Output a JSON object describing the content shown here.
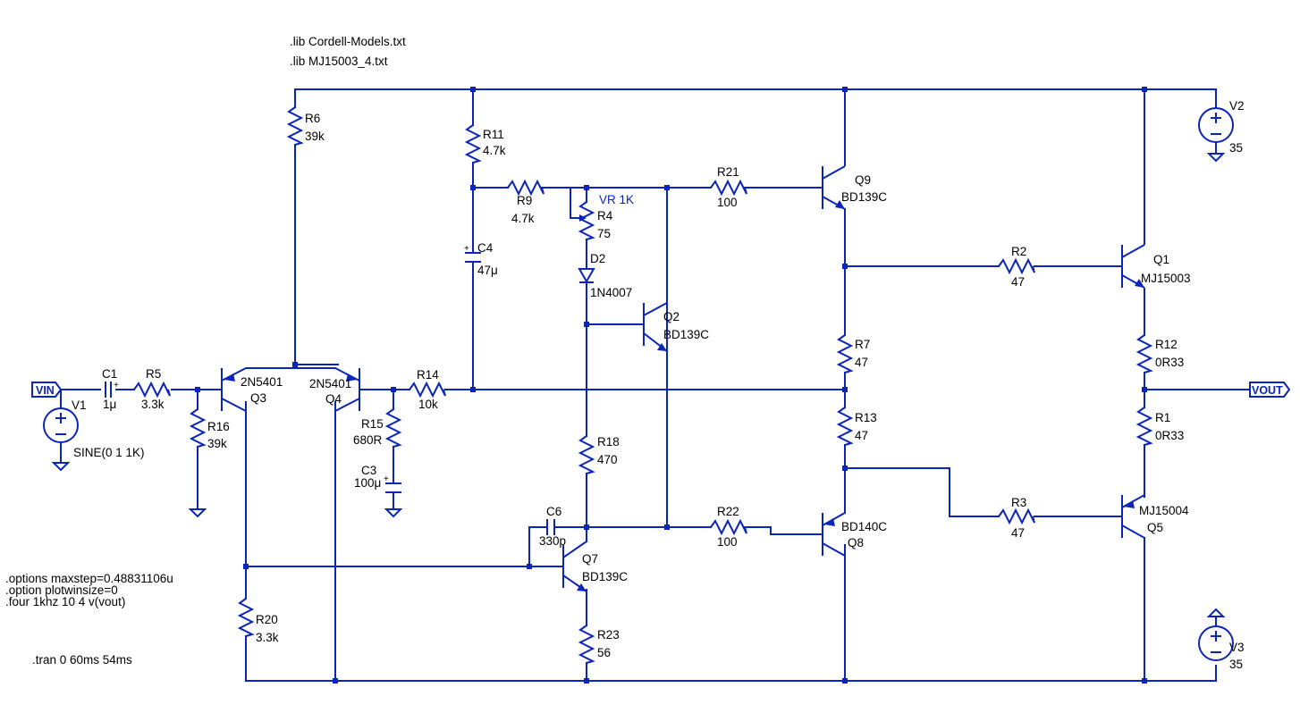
{
  "directives": {
    "lib1": ".lib Cordell-Models.txt",
    "lib2": ".lib MJ15003_4.txt",
    "opt1": ".options maxstep=0.48831106u",
    "opt2": ".option plotwinsize=0",
    "opt3": ".four 1khz 10 4 v(vout)",
    "tran": ".tran 0 60ms 54ms"
  },
  "nets": {
    "vin": "VIN",
    "vout": "VOUT"
  },
  "components": {
    "R6": {
      "name": "R6",
      "value": "39k"
    },
    "R11": {
      "name": "R11",
      "value": "4.7k"
    },
    "R9": {
      "name": "R9",
      "value": "4.7k"
    },
    "R4": {
      "name": "R4",
      "value": "75",
      "note": "VR 1K"
    },
    "D2": {
      "name": "D2",
      "value": "1N4007"
    },
    "C4": {
      "name": "C4",
      "value": "47μ"
    },
    "R21": {
      "name": "R21",
      "value": "100"
    },
    "Q9": {
      "name": "Q9",
      "value": "BD139C"
    },
    "V2": {
      "name": "V2",
      "value": "35"
    },
    "Q1": {
      "name": "Q1",
      "value": "MJ15003"
    },
    "R2": {
      "name": "R2",
      "value": "47"
    },
    "Q2": {
      "name": "Q2",
      "value": "BD139C"
    },
    "R7": {
      "name": "R7",
      "value": "47"
    },
    "R12": {
      "name": "R12",
      "value": "0R33"
    },
    "C1": {
      "name": "C1",
      "value": "1μ"
    },
    "R5": {
      "name": "R5",
      "value": "3.3k"
    },
    "V1": {
      "name": "V1",
      "value": "SINE(0 1 1K)"
    },
    "Q3": {
      "name": "Q3",
      "value": "2N5401"
    },
    "Q4": {
      "name": "Q4",
      "value": "2N5401"
    },
    "R14": {
      "name": "R14",
      "value": "10k"
    },
    "R16": {
      "name": "R16",
      "value": "39k"
    },
    "R15": {
      "name": "R15",
      "value": "680R"
    },
    "R13": {
      "name": "R13",
      "value": "47"
    },
    "R1": {
      "name": "R1",
      "value": "0R33"
    },
    "R18": {
      "name": "R18",
      "value": "470"
    },
    "C3": {
      "name": "C3",
      "value": "100μ"
    },
    "C6": {
      "name": "C6",
      "value": "330p"
    },
    "R22": {
      "name": "R22",
      "value": "100"
    },
    "Q8": {
      "name": "Q8",
      "value": "BD140C"
    },
    "R3": {
      "name": "R3",
      "value": "47"
    },
    "Q5": {
      "name": "Q5",
      "value": "MJ15004"
    },
    "Q7": {
      "name": "Q7",
      "value": "BD139C"
    },
    "R20": {
      "name": "R20",
      "value": "3.3k"
    },
    "R23": {
      "name": "R23",
      "value": "56"
    },
    "V3": {
      "name": "V3",
      "value": "35"
    }
  },
  "colors": {
    "wire": "#0b25b8",
    "text": "#000000",
    "background": "#ffffff"
  }
}
